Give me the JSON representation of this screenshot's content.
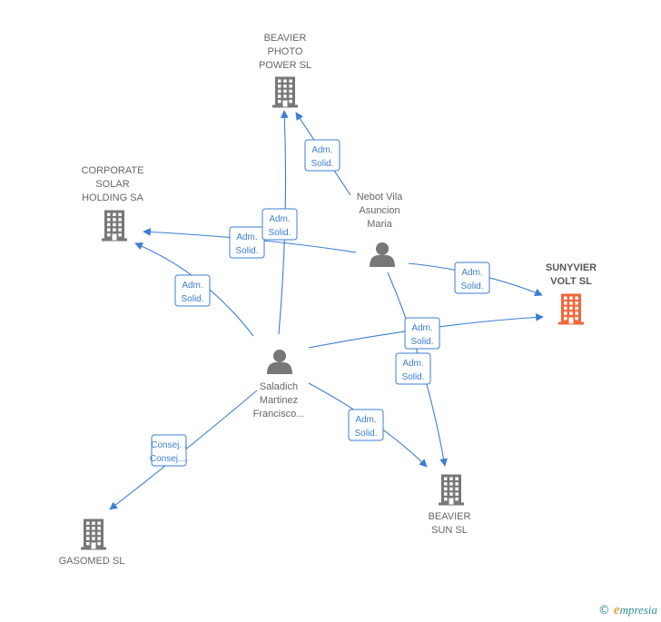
{
  "colors": {
    "edge": "#3b7fd4",
    "building": "#777777",
    "building_highlight": "#f0683a",
    "person": "#777777",
    "brand_e": "#e8a33d",
    "brand_text": "#2f8f8f"
  },
  "nodes": [
    {
      "id": "beavier-photo",
      "type": "company",
      "icon": "building-icon",
      "label_lines": [
        "BEAVIER",
        "PHOTO",
        "POWER  SL"
      ]
    },
    {
      "id": "corporate-solar",
      "type": "company",
      "icon": "building-icon",
      "label_lines": [
        "CORPORATE",
        "SOLAR",
        "HOLDING SA"
      ]
    },
    {
      "id": "sunyvier",
      "type": "company",
      "icon": "building-icon",
      "highlight": true,
      "label_lines": [
        "SUNYVIER",
        "VOLT  SL"
      ]
    },
    {
      "id": "beavier-sun",
      "type": "company",
      "icon": "building-icon",
      "label_lines": [
        "BEAVIER",
        "SUN  SL"
      ]
    },
    {
      "id": "gasomed",
      "type": "company",
      "icon": "building-icon",
      "label_lines": [
        "GASOMED SL"
      ]
    },
    {
      "id": "nebot",
      "type": "person",
      "icon": "person-icon",
      "label_lines": [
        "Nebot Vila",
        "Asuncion",
        "Maria"
      ]
    },
    {
      "id": "saladich",
      "type": "person",
      "icon": "person-icon",
      "label_lines": [
        "Saladich",
        "Martinez",
        "Francisco..."
      ]
    }
  ],
  "edges": [
    {
      "id": "nebot-beavier-photo",
      "from": "nebot",
      "to": "beavier-photo",
      "label_lines": [
        "Adm.",
        "Solid."
      ]
    },
    {
      "id": "nebot-corporate",
      "from": "nebot",
      "to": "corporate-solar",
      "label_lines": [
        "Adm.",
        "Solid."
      ]
    },
    {
      "id": "nebot-sunyvier",
      "from": "nebot",
      "to": "sunyvier",
      "label_lines": [
        "Adm.",
        "Solid."
      ]
    },
    {
      "id": "nebot-beavier-sun",
      "from": "nebot",
      "to": "beavier-sun",
      "label_lines": [
        "Adm.",
        "Solid."
      ]
    },
    {
      "id": "saladich-beavier-photo",
      "from": "saladich",
      "to": "beavier-photo",
      "label_lines": [
        "Adm.",
        "Solid."
      ]
    },
    {
      "id": "saladich-corporate",
      "from": "saladich",
      "to": "corporate-solar",
      "label_lines": [
        "Adm.",
        "Solid."
      ]
    },
    {
      "id": "saladich-sunyvier",
      "from": "saladich",
      "to": "sunyvier",
      "label_lines": [
        "Adm.",
        "Solid."
      ]
    },
    {
      "id": "saladich-beavier-sun",
      "from": "saladich",
      "to": "beavier-sun",
      "label_lines": [
        "Adm.",
        "Solid."
      ]
    },
    {
      "id": "saladich-gasomed",
      "from": "saladich",
      "to": "gasomed",
      "label_lines": [
        "Consej. ,",
        "Consej...."
      ]
    }
  ],
  "footer": {
    "copyright": "©",
    "brand_initial": "e",
    "brand_rest": "mpresia"
  }
}
